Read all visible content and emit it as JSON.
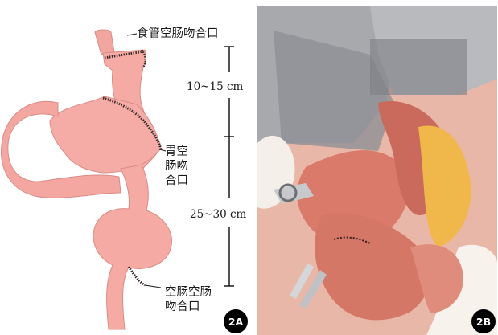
{
  "panel_a": {
    "labels": {
      "esophagojejunostomy": "食管空肠吻合口",
      "gastrojejunostomy": "胃空肠吻合口",
      "jejunojejunostomy": "空肠空肠吻合口"
    },
    "distances": {
      "upper": "10~15 cm",
      "lower": "25~30 cm"
    },
    "badge": "2A",
    "colors": {
      "bowel_fill": "#f5a9a2",
      "bowel_shadow": "#e58d88",
      "suture": "#3a2a2a"
    }
  },
  "panel_b": {
    "badge": "2B",
    "icons": [
      "surgical-retractor-icon",
      "surgical-forceps-icon",
      "jejunal-loop-illustration"
    ],
    "colors": {
      "tissue": "#d9786a",
      "fat": "#f0b84a",
      "metal": "#9c9ea3"
    }
  }
}
